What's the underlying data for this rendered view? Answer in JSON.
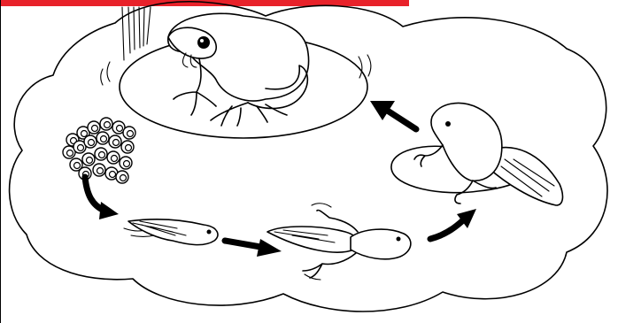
{
  "colors": {
    "top_bar": "#e8222a",
    "line": "#000000",
    "arrow": "#000000",
    "background": "#ffffff"
  },
  "stages": [
    "eggs",
    "tadpole",
    "tadpole-with-legs",
    "froglet",
    "adult-frog"
  ],
  "arrows": [
    "eggs-to-tadpole",
    "tadpole-to-legged-tadpole",
    "legged-tadpole-to-froglet",
    "froglet-to-adult"
  ]
}
